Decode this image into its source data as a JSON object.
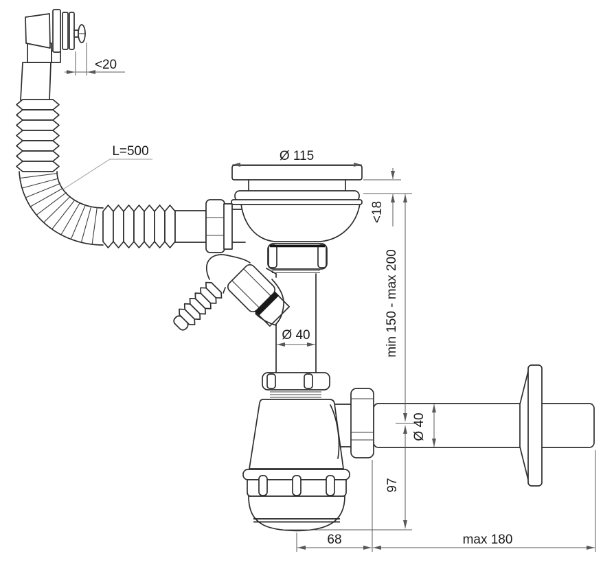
{
  "labels": {
    "clamp_range": "<20",
    "hose_length": "L=500",
    "flange_diameter": "Ø 115",
    "sink_thickness": "<18",
    "height_range": "min 150 - max 200",
    "pipe_diameter_vertical": "Ø 40",
    "pipe_diameter_outlet": "Ø 40",
    "trap_depth": "97",
    "trap_outlet_offset": "68",
    "outlet_length": "max 180"
  },
  "colors": {
    "outline": "#2d2d2d",
    "dimension_line": "#585858",
    "leader_line": "#9b9b9b",
    "label_text": "#1b1b1b",
    "background": "#ffffff"
  }
}
